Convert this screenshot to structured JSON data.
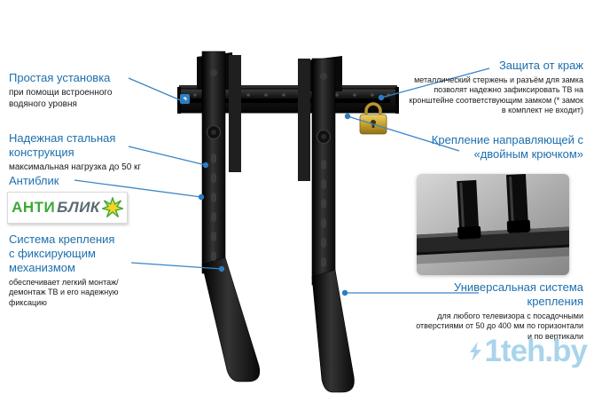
{
  "left": [
    {
      "title": "Простая установка",
      "desc": "при помощи встроенного водяного уровня"
    },
    {
      "title": "Надежная стальная конструкция",
      "desc": "максимальная нагрузка до 50 кг"
    },
    {
      "title": "Антиблик",
      "logo_part1": "АНТИ",
      "logo_part2": "БЛИК"
    },
    {
      "title": "Система крепления с фиксирующим механизмом",
      "desc": "обеспечивает легкий монтаж/демонтаж ТВ и его надежную фиксацию"
    }
  ],
  "right": [
    {
      "title": "Защита от краж",
      "desc": "металлический стержень и разъём для замка  позволят надежно зафиксировать ТВ  на кронштейне соответствующим замком (* замок в комплект не входит)"
    },
    {
      "title": "Крепление направляющей с «двойным крючком»"
    },
    {
      "title": "Универсальная система крепления",
      "desc": "для любого телевизора с посадочными отверстиями от 50 до 400 мм по горизонтали и по вертикали"
    }
  ],
  "watermark": "1teh.by",
  "colors": {
    "title_blue": "#1d6fad",
    "line_blue": "#3c85c6",
    "logo_green": "#3aaa35",
    "logo_gray": "#5a6a72",
    "padlock_gold": "#d4af37",
    "watermark_blue": "#a9d4ec"
  },
  "icons": {
    "antiblik_icon": "starburst",
    "padlock_icon": "padlock",
    "level_indicator": "water-level",
    "lightning_icon": "lightning-bolt"
  }
}
